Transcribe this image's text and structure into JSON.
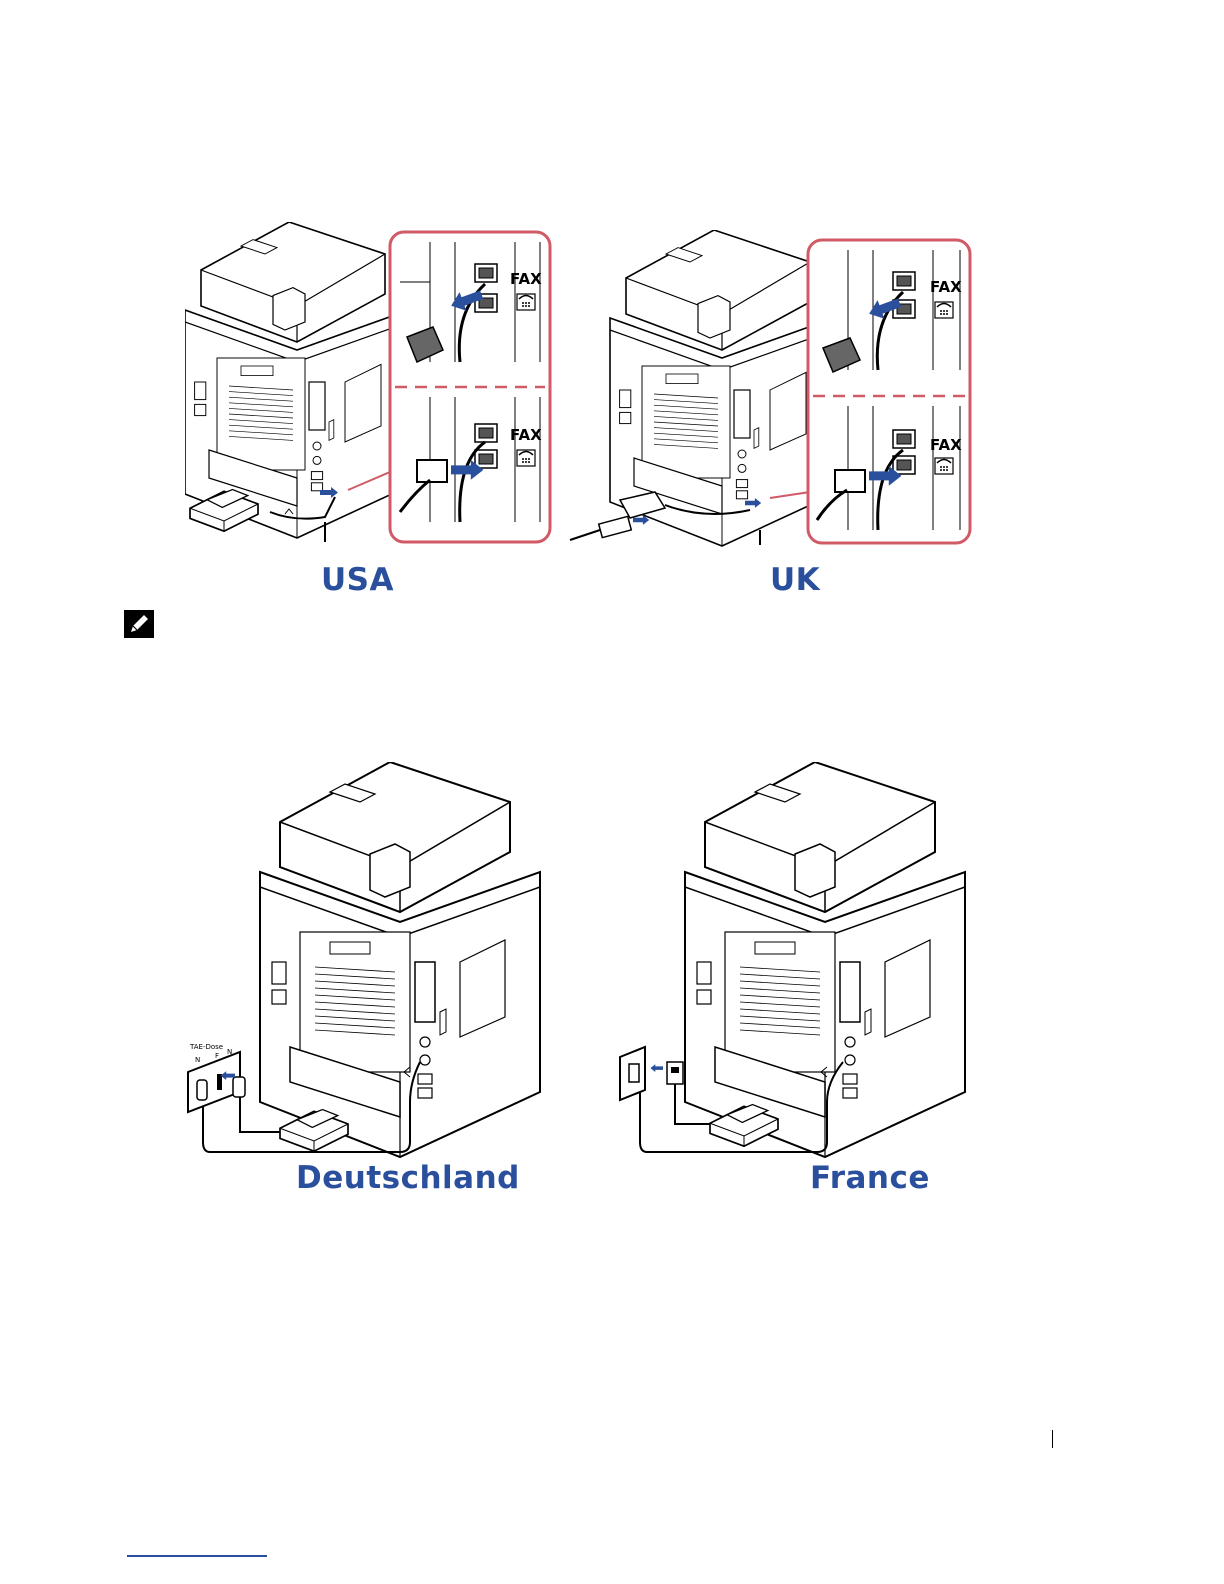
{
  "figures": [
    {
      "id": "usa",
      "label": "USA",
      "inset_jack_label": "FAX"
    },
    {
      "id": "uk",
      "label": "UK",
      "inset_jack_label": "FAX"
    },
    {
      "id": "de",
      "label": "Deutschland",
      "socket_letters": [
        "N",
        "F",
        "N"
      ]
    },
    {
      "id": "fr",
      "label": "France"
    }
  ],
  "icons": {
    "note": "pencil-note-icon",
    "phone": "telephone-icon"
  },
  "colors": {
    "label_blue": "#2a4f9c",
    "inset_border": "#d05a66",
    "arrow_blue": "#2a4f9c"
  }
}
